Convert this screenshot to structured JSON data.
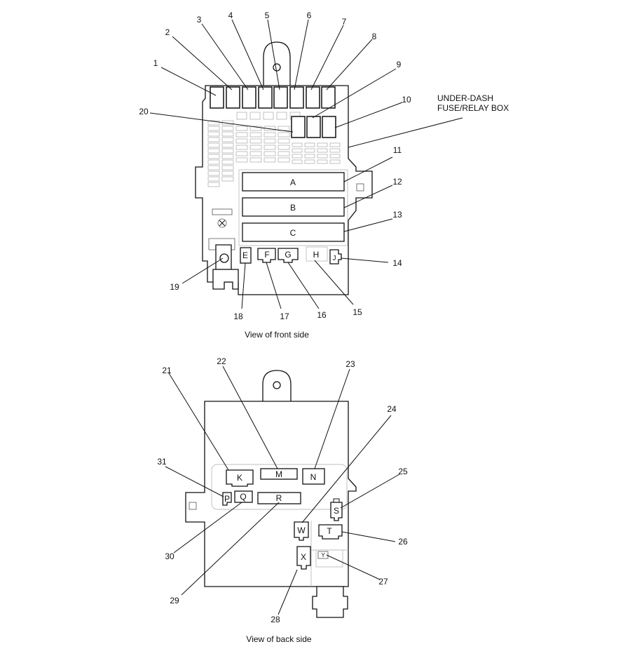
{
  "callout": {
    "line1": "UNDER-DASH",
    "line2": "FUSE/RELAY BOX"
  },
  "front": {
    "caption": "View of front side",
    "relays": {
      "a": "A",
      "b": "B",
      "c": "C"
    },
    "connectors": {
      "e": "E",
      "f": "F",
      "g": "G",
      "h": "H",
      "j": "J"
    },
    "numbers": {
      "n1": "1",
      "n2": "2",
      "n3": "3",
      "n4": "4",
      "n5": "5",
      "n6": "6",
      "n7": "7",
      "n8": "8",
      "n9": "9",
      "n10": "10",
      "n11": "11",
      "n12": "12",
      "n13": "13",
      "n14": "14",
      "n15": "15",
      "n16": "16",
      "n17": "17",
      "n18": "18",
      "n19": "19",
      "n20": "20"
    }
  },
  "back": {
    "caption": "View of back side",
    "connectors": {
      "k": "K",
      "m": "M",
      "n": "N",
      "p": "P",
      "q": "Q",
      "r": "R",
      "s": "S",
      "t": "T",
      "w": "W",
      "x": "X",
      "y": "Y"
    },
    "numbers": {
      "n21": "21",
      "n22": "22",
      "n23": "23",
      "n24": "24",
      "n25": "25",
      "n26": "26",
      "n27": "27",
      "n28": "28",
      "n29": "29",
      "n30": "30",
      "n31": "31"
    }
  }
}
